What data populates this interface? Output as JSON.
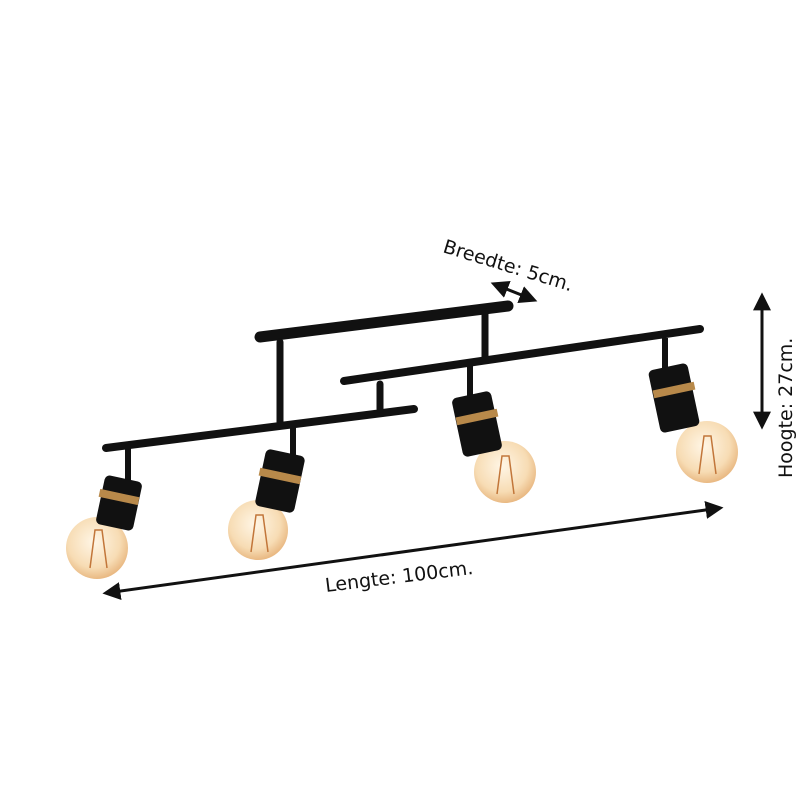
{
  "dimensions": {
    "width_label": "Breedte: 5cm.",
    "length_label": "Lengte: 100cm.",
    "height_label": "Hoogte: 27cm."
  },
  "colors": {
    "metal": "#111111",
    "brass": "#b8894a",
    "bulb": "#f6d9b0",
    "filament": "#c2763a"
  }
}
